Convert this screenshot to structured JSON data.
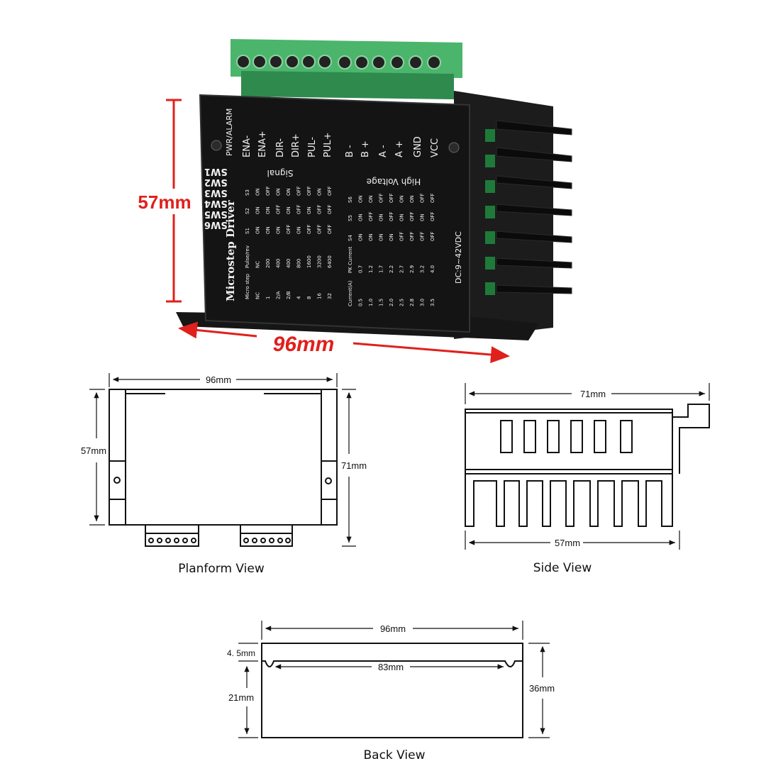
{
  "hero": {
    "height_label": "57mm",
    "width_label": "96mm",
    "panel": {
      "pwr_label": "PWR/ALARM",
      "signal_terms": [
        "ENA-",
        "ENA+",
        "DIR-",
        "DIR+",
        "PUL-",
        "PUL+"
      ],
      "power_terms": [
        "B -",
        "B +",
        "A -",
        "A +",
        "GND",
        "VCC"
      ],
      "signal_group": "Signal",
      "hv_group": "High Voltage",
      "switches": [
        "SW1",
        "SW2",
        "SW3",
        "SW4",
        "SW5",
        "SW6"
      ],
      "product_name": "Microstep Driver",
      "voltage": "DC:9~42VDC",
      "micro_table": {
        "headers": [
          "Micro step",
          "Pulse/rev",
          "S1",
          "S2",
          "S3"
        ],
        "rows": [
          [
            "NC",
            "NC",
            "ON",
            "ON",
            "ON"
          ],
          [
            "1",
            "200",
            "ON",
            "ON",
            "OFF"
          ],
          [
            "2/A",
            "400",
            "ON",
            "OFF",
            "ON"
          ],
          [
            "2/B",
            "400",
            "OFF",
            "ON",
            "ON"
          ],
          [
            "4",
            "800",
            "ON",
            "OFF",
            "OFF"
          ],
          [
            "8",
            "1600",
            "OFF",
            "ON",
            "OFF"
          ],
          [
            "16",
            "3200",
            "OFF",
            "OFF",
            "ON"
          ],
          [
            "32",
            "6400",
            "OFF",
            "OFF",
            "OFF"
          ]
        ]
      },
      "current_table": {
        "headers": [
          "Current(A)",
          "PK Current",
          "S4",
          "S5",
          "S6"
        ],
        "rows": [
          [
            "0.5",
            "0.7",
            "ON",
            "ON",
            "ON"
          ],
          [
            "1.0",
            "1.2",
            "ON",
            "OFF",
            "ON"
          ],
          [
            "1.5",
            "1.7",
            "ON",
            "ON",
            "OFF"
          ],
          [
            "2.0",
            "2.2",
            "ON",
            "OFF",
            "OFF"
          ],
          [
            "2.5",
            "2.7",
            "OFF",
            "ON",
            "ON"
          ],
          [
            "2.8",
            "2.9",
            "OFF",
            "OFF",
            "ON"
          ],
          [
            "3.0",
            "3.2",
            "OFF",
            "ON",
            "OFF"
          ],
          [
            "3.5",
            "4.0",
            "OFF",
            "OFF",
            "OFF"
          ]
        ]
      }
    }
  },
  "planform": {
    "caption": "Planform View",
    "width_label": "96mm",
    "height_label": "57mm",
    "depth_label": "71mm"
  },
  "side": {
    "caption": "Side View",
    "top_label": "71mm",
    "bottom_label": "57mm"
  },
  "back": {
    "caption": "Back View",
    "width_label": "96mm",
    "inner_label": "83mm",
    "lip_label": "4. 5mm",
    "body_label": "21mm",
    "height_label": "36mm"
  },
  "colors": {
    "dimension_red": "#e0201c",
    "terminal_green": "#3fa45e",
    "case_black": "#141414"
  }
}
